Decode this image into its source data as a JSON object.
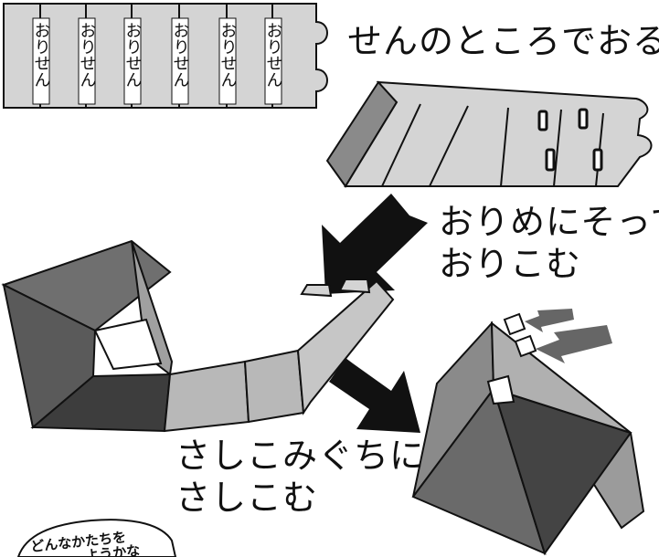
{
  "strip": {
    "fold_labels": [
      "おりせん",
      "おりせん",
      "おりせん",
      "おりせん",
      "おりせん",
      "おりせん"
    ]
  },
  "captions": {
    "fold_along_line": "せんのところでおる",
    "fold_line1": "おりめにそって",
    "fold_line2": "おりこむ",
    "insert_line1": "さしこみぐちに",
    "insert_line2": "さしこむ"
  },
  "bubble": {
    "line1": "どんなかたちを",
    "line2": "ようかな"
  },
  "colors": {
    "paper": "#d4d4d4",
    "mid_gray": "#8a8a8a",
    "dark_gray": "#555555",
    "arrow": "#111111"
  }
}
